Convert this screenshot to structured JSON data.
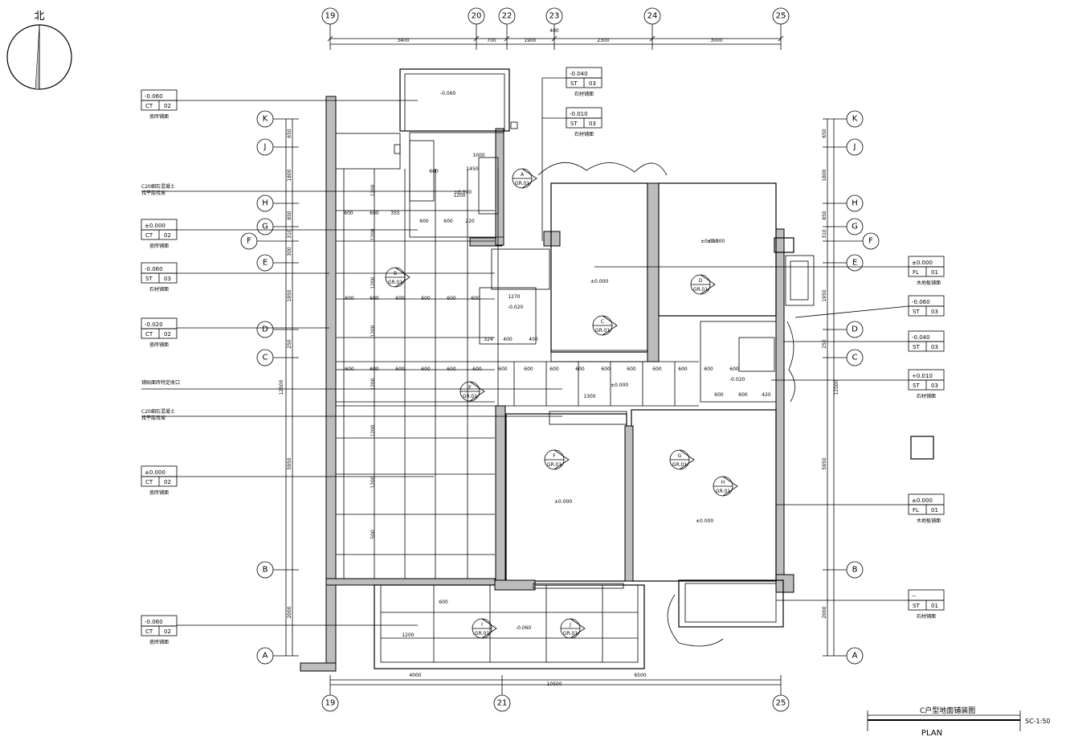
{
  "north_label": "北",
  "drawing_title": "C户型地面铺装图",
  "plan_label": "PLAN",
  "scale_text": "SC-1:50",
  "top_axes": [
    "19",
    "20",
    "22",
    "23",
    "24",
    "25"
  ],
  "bottom_axes": [
    "19",
    "21",
    "25"
  ],
  "left_axes": [
    "K",
    "J",
    "H",
    "G",
    "F",
    "E",
    "D",
    "C",
    "B",
    "A"
  ],
  "right_axes": [
    "K",
    "J",
    "H",
    "G",
    "F",
    "E",
    "D",
    "C",
    "B",
    "A"
  ],
  "top_dims": [
    "3400",
    "700",
    "1900",
    "2300",
    "3000"
  ],
  "top_mid_dim": "400",
  "bottom_dims": [
    "4000",
    "10500",
    "6500"
  ],
  "left_dims": [
    "650",
    "1800",
    "850",
    "310",
    "300",
    "1950",
    "250",
    "5950",
    "2000"
  ],
  "left_total": "12500",
  "right_dims": [
    "650",
    "1800",
    "850",
    "310",
    "1950",
    "250",
    "5950",
    "2000"
  ],
  "right_total": "12500",
  "left_tags": [
    {
      "elev": "-0.060",
      "code": "CT",
      "num": "02",
      "note": "瓷砖铺面"
    },
    {
      "elev": "±0.000",
      "code": "CT",
      "num": "02",
      "note": "瓷砖铺面"
    },
    {
      "elev": "-0.060",
      "code": "ST",
      "num": "03",
      "note": "石材铺面"
    },
    {
      "elev": "-0.020",
      "code": "CT",
      "num": "02",
      "note": "瓷砖铺面"
    },
    {
      "elev": "±0.000",
      "code": "CT",
      "num": "02",
      "note": "瓷砖铺面"
    },
    {
      "elev": "-0.060",
      "code": "CT",
      "num": "02",
      "note": "瓷砖铺面"
    }
  ],
  "left_notes": [
    "C20细石混凝土",
    "找平层找坡",
    "铺贴面砖特定收口",
    "C20细石混凝土",
    "找平层找坡"
  ],
  "top_tags": [
    {
      "elev": "-0.040",
      "code": "ST",
      "num": "03",
      "note": "石材铺面"
    },
    {
      "elev": "-0.010",
      "code": "ST",
      "num": "03",
      "note": "石材铺面"
    }
  ],
  "right_tags": [
    {
      "elev": "±0.000",
      "code": "FL",
      "num": "01",
      "note": "木地板铺面"
    },
    {
      "elev": "-0.060",
      "code": "ST",
      "num": "03",
      "note": ""
    },
    {
      "elev": "-0.040",
      "code": "ST",
      "num": "03",
      "note": ""
    },
    {
      "elev": "+0.010",
      "code": "ST",
      "num": "03",
      "note": "石材铺面"
    },
    {
      "elev": "±0.000",
      "code": "FL",
      "num": "01",
      "note": "木地板铺面"
    },
    {
      "elev": "--",
      "code": "ST",
      "num": "01",
      "note": "石材铺面"
    }
  ],
  "room_elevs": [
    "-0.060",
    "±0.000",
    "±0.000",
    "-0.020",
    "±0.000",
    "±0.000",
    "±0.000",
    "-0.020",
    "±0.000",
    "±0.000",
    "-0.060"
  ],
  "tile_dims_a": [
    "600",
    "600",
    "355"
  ],
  "tile_dims_b": [
    "600",
    "600",
    "600",
    "600",
    "600",
    "600"
  ],
  "tile_dims_c": [
    "600",
    "600",
    "600",
    "600",
    "600",
    "600",
    "600",
    "600",
    "600",
    "600",
    "600",
    "600",
    "600",
    "600",
    "600",
    "600"
  ],
  "tile_dims_d": [
    "1200",
    "1200",
    "1200",
    "1200",
    "1200",
    "1200",
    "1200",
    "500"
  ],
  "misc_dims": [
    "1300",
    "1270",
    "324",
    "400",
    "400",
    "600",
    "600",
    "420",
    "1200",
    "600",
    "1450",
    "1200",
    "600",
    "600",
    "1000",
    "600",
    "220"
  ],
  "markers": [
    "GR.01",
    "GR.01",
    "GR.01",
    "GR.01",
    "GR.01",
    "GR.01",
    "GR.01",
    "GR.01",
    "GR.01",
    "GR.01"
  ],
  "marker_letters": [
    "A",
    "B",
    "C",
    "D",
    "E",
    "F",
    "G",
    "H",
    "I",
    "J"
  ]
}
